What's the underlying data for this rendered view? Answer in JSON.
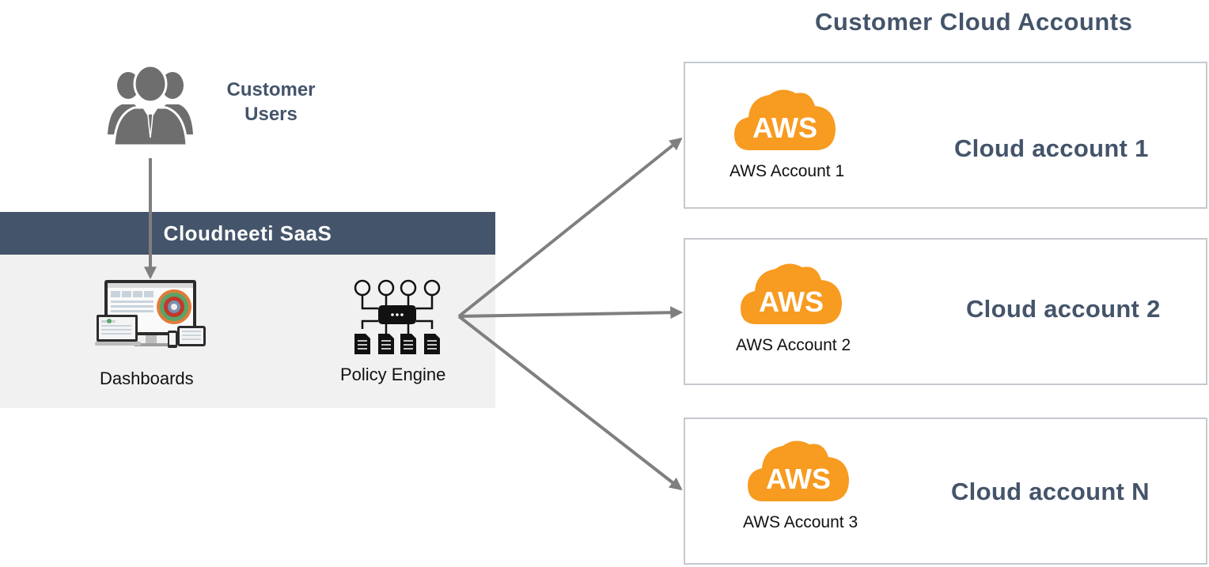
{
  "heading": "Customer  Cloud Accounts",
  "users": {
    "label_line1": "Customer",
    "label_line2": "Users",
    "icon": "users-group-icon"
  },
  "saas": {
    "title": "Cloudneeti  SaaS",
    "dashboards_label": "Dashboards",
    "policy_engine_label": "Policy Engine",
    "dashboard_icon": "dashboard-devices-icon",
    "policy_icon": "policy-engine-icon"
  },
  "accounts": [
    {
      "title": "Cloud account 1",
      "aws_label": "AWS Account 1",
      "logo_text": "AWS"
    },
    {
      "title": "Cloud account 2",
      "aws_label": "AWS Account 2",
      "logo_text": "AWS"
    },
    {
      "title": "Cloud account N",
      "aws_label": "AWS Account 3",
      "logo_text": "AWS"
    }
  ],
  "colors": {
    "navy": "#44546a",
    "orange": "#f79b21",
    "arrow": "#7f7f7f",
    "panel": "#f1f1f1",
    "border": "#c5c9cf"
  }
}
